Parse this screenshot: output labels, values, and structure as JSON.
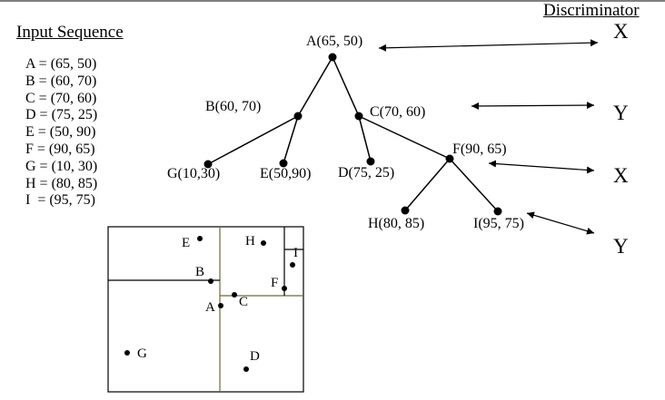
{
  "input_sequence": {
    "title": "Input Sequence",
    "points": [
      "A = (65, 50)",
      "B = (60, 70)",
      "C = (70, 60)",
      "D = (75, 25)",
      "E = (50, 90)",
      "F = (90, 65)",
      "G = (10, 30)",
      "H = (80, 85)",
      "I  = (95, 75)"
    ]
  },
  "discriminator": {
    "title": "Discriminator",
    "levels": [
      "X",
      "Y",
      "X",
      "Y"
    ]
  },
  "tree": {
    "nodes": {
      "A": "A(65, 50)",
      "B": "B(60, 70)",
      "C": "C(70, 60)",
      "G": "G(10,30)",
      "E": "E(50,90)",
      "D": "D(75, 25)",
      "F": "F(90, 65)",
      "H": "H(80, 85)",
      "I": "I(95, 75)"
    }
  },
  "partition": {
    "labels": {
      "A": "A",
      "B": "B",
      "C": "C",
      "D": "D",
      "E": "E",
      "F": "F",
      "G": "G",
      "H": "H",
      "I": "I"
    }
  }
}
